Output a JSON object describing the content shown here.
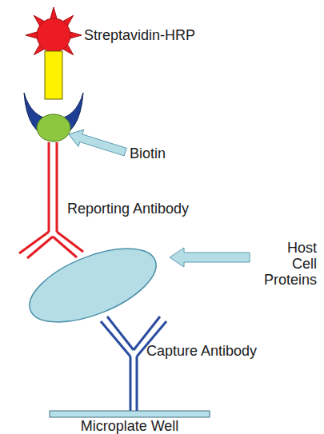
{
  "diagram": {
    "labels": [
      "Streptavidin-HRP",
      "Biotin",
      "Reporting Antibody",
      "Host Cell Proteins",
      "Capture Antibody",
      "Microplate Well"
    ]
  }
}
